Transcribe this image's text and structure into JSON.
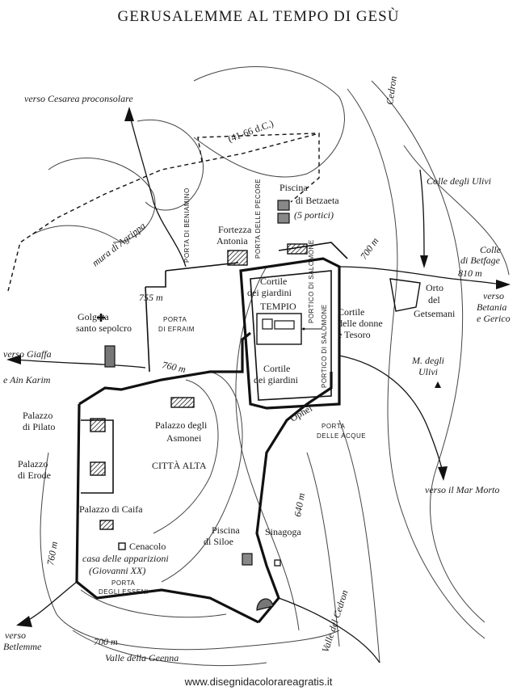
{
  "title": "GERUSALEMME AL TEMPO DI GESÙ",
  "credit": "www.disegnidacolorareagratis.it",
  "labels": {
    "cesarea": "verso Cesarea proconsolare",
    "cedron_top": "Cedron",
    "wall_date": "(41-66 d.C.)",
    "mura_agrippa": "mura di Agrippa",
    "porta_beniamino": "PORTA DI BENIAMINO",
    "porta_pecore": "PORTA DELLE PECORE",
    "piscina_betzaeta_1": "Piscina",
    "piscina_betzaeta_2": "di Betzaeta",
    "piscina_betzaeta_3": "(5 portici)",
    "colle_ulivi": "Colle degli Ulivi",
    "fortezza_1": "Fortezza",
    "fortezza_2": "Antonia",
    "colle_betfage_1": "Colle",
    "colle_betfage_2": "di Betfage",
    "elev_810": "810 m",
    "elev_700_e": "700 m",
    "cortile_giardini_1a": "Cortile",
    "cortile_giardini_1b": "dei giardini",
    "tempio": "TEMPIO",
    "portico_salomone": "PORTICO DI SALOMONE",
    "cortile_donne_1": "Cortile",
    "cortile_donne_2": "delle donne",
    "cortile_donne_3": "e Tesoro",
    "orto_1": "Orto",
    "orto_2": "del",
    "orto_3": "Getsemani",
    "betania_1": "verso",
    "betania_2": "Betania",
    "betania_3": "e Gerico",
    "elev_755": "755 m",
    "golgota_1": "Golgota",
    "golgota_2": "santo sepolcro",
    "porta_efraim_1": "PORTA",
    "porta_efraim_2": "DI EFRAIM",
    "monte_ulivi_1": "M. degli",
    "monte_ulivi_2": "Ulivi",
    "cortile_giardini_2a": "Cortile",
    "cortile_giardini_2b": "dei giardini",
    "giaffa_1": "verso Giaffa",
    "giaffa_2": "e Ain Karim",
    "elev_760_a": "760 m",
    "portico_salomone_2": "PORTICO DI SALOMONE",
    "ophel": "Ophel",
    "porta_acque_1": "PORTA",
    "porta_acque_2": "DELLE ACQUE",
    "palazzo_pilato_1": "Palazzo",
    "palazzo_pilato_2": "di Pilato",
    "palazzo_asmonei_1": "Palazzo degli",
    "palazzo_asmonei_2": "Asmonei",
    "palazzo_erode_1": "Palazzo",
    "palazzo_erode_2": "di Erode",
    "citta_alta": "CITTÀ ALTA",
    "mar_morto": "verso il Mar Morto",
    "palazzo_caifa": "Palazzo di Caifa",
    "elev_640": "640 m",
    "cenacolo": "Cenacolo",
    "casa_apparizioni": "casa delle apparizioni",
    "giovanni": "(Giovanni XX)",
    "piscina_siloe_1": "Piscina",
    "piscina_siloe_2": "di Siloe",
    "sinagoga": "Sinagoga",
    "elev_760_b": "760 m",
    "porta_esseni_1": "PORTA",
    "porta_esseni_2": "DEGLI ESSENI",
    "betlemme_1": "verso",
    "betlemme_2": "Betlemme",
    "elev_700_s": "700 m",
    "valle_cedron": "Valle del Cedron",
    "valle_geenna": "Valle della Geenna"
  },
  "colors": {
    "ink": "#1a1a1a",
    "paper": "#ffffff"
  }
}
